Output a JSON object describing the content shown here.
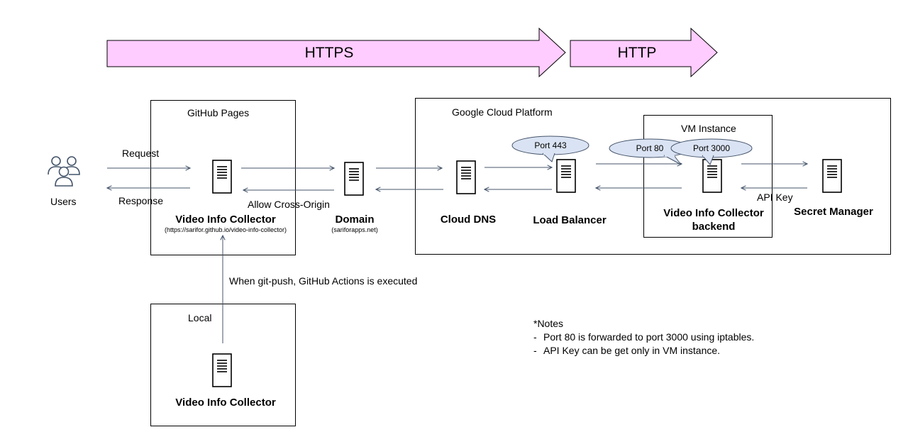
{
  "protocols": {
    "https": "HTTPS",
    "http": "HTTP",
    "fill": "#ffccff",
    "stroke": "#000000"
  },
  "actors": {
    "users_label": "Users"
  },
  "flows": {
    "request": "Request",
    "response": "Response",
    "allow_cross_origin": "Allow Cross-Origin",
    "api_key": "API Key",
    "git_push": "When git-push, GitHub Actions is executed"
  },
  "github_pages": {
    "title": "GitHub Pages",
    "server_label": "Video Info Collector",
    "server_url": "(https://sarifor.github.io/video-info-collector)"
  },
  "domain": {
    "label": "Domain",
    "sublabel": "(sariforapps.net)"
  },
  "gcp": {
    "title": "Google Cloud Platform",
    "cloud_dns": "Cloud DNS",
    "load_balancer": "Load Balancer",
    "vm_instance": {
      "title": "VM Instance",
      "server_label_line1": "Video Info Collector",
      "server_label_line2": "backend"
    },
    "secret_manager": "Secret Manager",
    "callouts": {
      "port443": "Port 443",
      "port80": "Port 80",
      "port3000": "Port 3000",
      "fill": "#dae3f3"
    }
  },
  "local": {
    "title": "Local",
    "server_label": "Video Info Collector"
  },
  "notes": {
    "heading": "*Notes",
    "items": [
      "Port 80 is forwarded to port 3000 using iptables.",
      "API Key can be get only in VM instance."
    ]
  },
  "colors": {
    "arrow": "#44546a"
  }
}
